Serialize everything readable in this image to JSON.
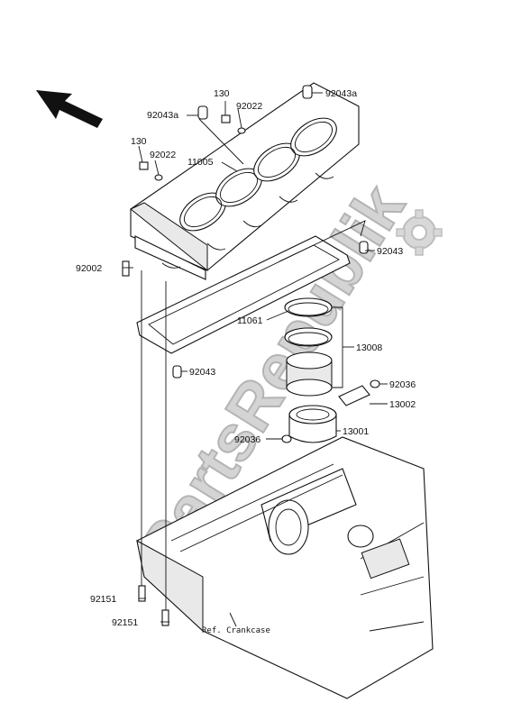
{
  "watermark": {
    "text": "PartsRepublik"
  },
  "labels": {
    "p130_top": "130",
    "p92022_top": "92022",
    "p92043a_left": "92043a",
    "p92043a_right": "92043a",
    "p130_left": "130",
    "p92022_left": "92022",
    "p11005": "11005",
    "p92043_right": "92043",
    "p92002": "92002",
    "p11061": "11061",
    "p13008": "13008",
    "p92043_low": "92043",
    "p92036_right": "92036",
    "p13002": "13002",
    "p92036_left": "92036",
    "p13001": "13001",
    "p92151_a": "92151",
    "p92151_b": "92151",
    "ref_crankcase": "Ref. Crankcase"
  }
}
